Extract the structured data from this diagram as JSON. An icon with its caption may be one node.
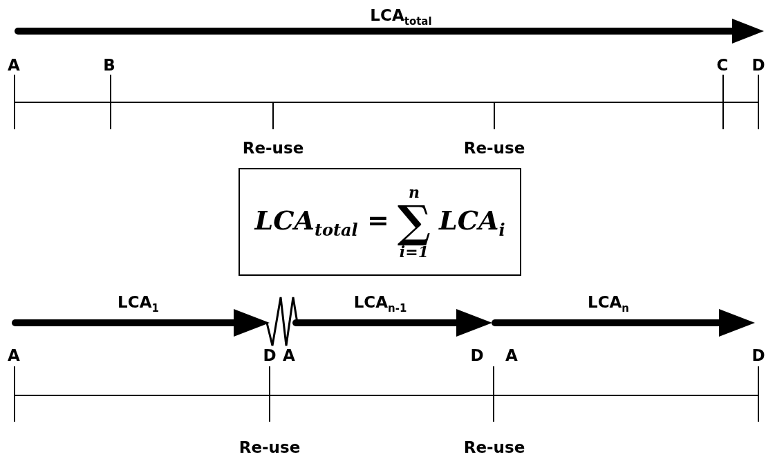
{
  "diagram": {
    "nodes": [
      {
        "text": [
          "LCA$_{total}$ =",
          "n",
          "∑",
          "i=1",
          "LCA$_{i}$"
        ]
      }
    ],
    "edges": [],
    "labels": [
      "LCA$_{total}$",
      "A",
      "B",
      "C",
      "D",
      "Re-use",
      "Re-use",
      "LCA$_{1}$",
      "LCA$_{n-1}$",
      "LCA$_{n}$",
      "A",
      "D",
      "A",
      "D",
      "A",
      "D",
      "Re-use",
      "Re-use"
    ]
  }
}
